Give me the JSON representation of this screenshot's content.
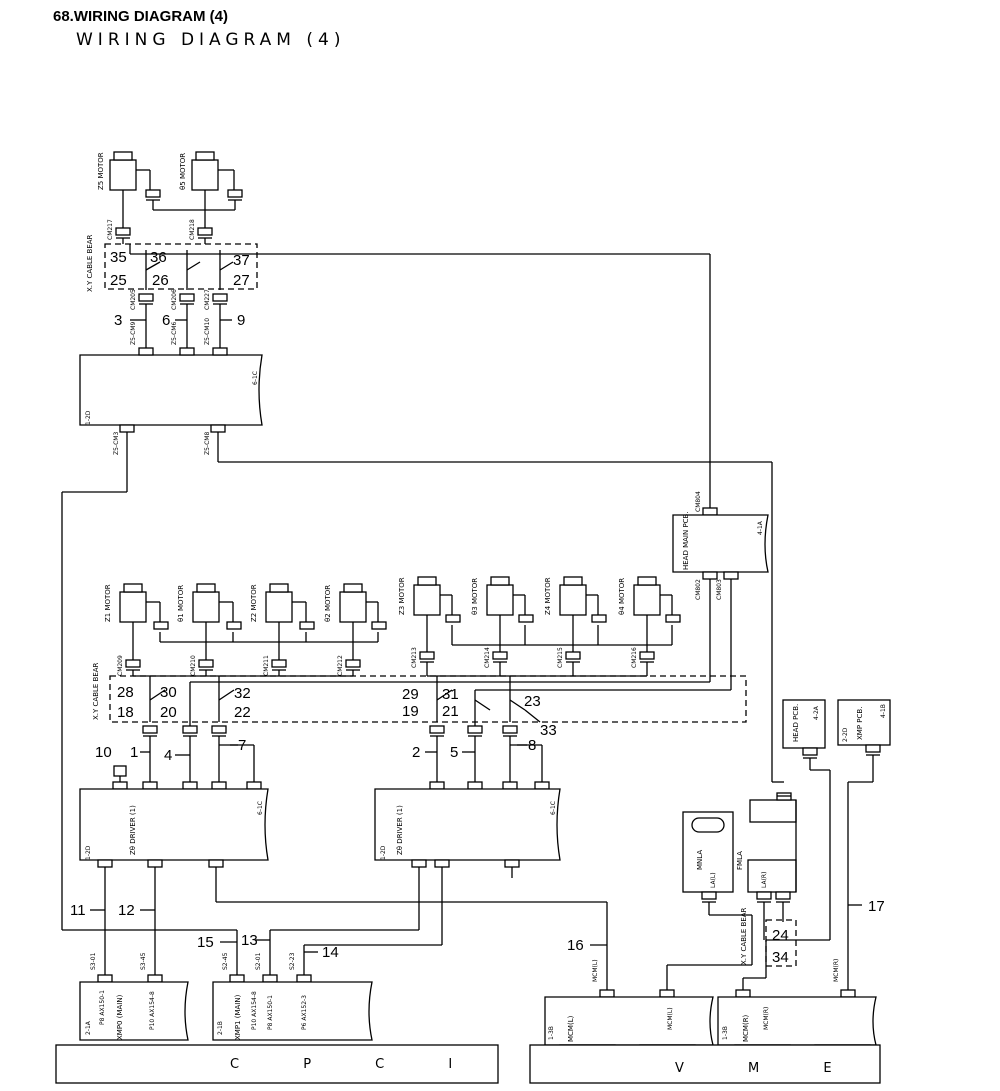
{
  "header": {
    "title": "68.WIRING DIAGRAM (4)",
    "subtitle": "WIRING DIAGRAM (4)"
  },
  "motors": {
    "top": [
      "Z5 MOTOR",
      "θ5 MOTOR"
    ],
    "left": [
      "Z1 MOTOR",
      "θ1 MOTOR",
      "Z2 MOTOR",
      "θ2 MOTOR"
    ],
    "right": [
      "Z3 MOTOR",
      "θ3 MOTOR",
      "Z4 MOTOR",
      "θ4 MOTOR"
    ]
  },
  "cable_bears": {
    "top": "X.Y CABLE BEAR",
    "mid": "X.Y CABLE BEAR",
    "bottom": "X.Y CABLE BEAR"
  },
  "boards": {
    "z_driver_top": {
      "id": "1-2D",
      "ref": "6-1C"
    },
    "z_driver_left": {
      "id": "1-2D",
      "name": "Zθ DRIVER (1)",
      "ref": "6-1C"
    },
    "z_driver_right": {
      "id": "1-2D",
      "name": "Zθ DRIVER (1)",
      "ref": "6-1C"
    },
    "head_main": {
      "name": "HEAD MAIN PCB.",
      "ref": "4-1A"
    },
    "head_pcb": {
      "name": "HEAD PCB.",
      "ref": "4-2A"
    },
    "xmp_pcb": {
      "name": "XMP PCB.",
      "ref": "4-1B",
      "id": "2-2D"
    },
    "xmp0": {
      "id": "2-1A",
      "name": "XMP0 (MAIN)",
      "p8": "P8 AX150-1",
      "p10": "P10 AX154-8"
    },
    "xmp1": {
      "id": "2-1B",
      "name": "XMP1 (MAIN)",
      "p10": "P10 AX154-8",
      "p8": "P8 AX150-1",
      "p6": "P6 AX152-3"
    },
    "mcm_l": {
      "id": "1-3B",
      "name": "MCM(L)"
    },
    "mcm_r": {
      "id": "1-3B",
      "name": "MCM(R)"
    },
    "mnla": "MNLA",
    "fmla": "FMLA",
    "la_l": "LA(L)",
    "la_r": "LA(R)"
  },
  "buses": {
    "cpci": "C P C I",
    "vme": "V M E"
  },
  "wire_numbers": {
    "w1": "1",
    "w2": "2",
    "w3": "3",
    "w4": "4",
    "w5": "5",
    "w6": "6",
    "w7": "7",
    "w8": "8",
    "w9": "9",
    "w10": "10",
    "w11": "11",
    "w12": "12",
    "w13": "13",
    "w14": "14",
    "w15": "15",
    "w16": "16",
    "w17": "17",
    "w18": "18",
    "w19": "19",
    "w20": "20",
    "w21": "21",
    "w22": "22",
    "w23": "23",
    "w24": "24",
    "w25": "25",
    "w26": "26",
    "w27": "27",
    "w28": "28",
    "w29": "29",
    "w30": "30",
    "w31": "31",
    "w32": "32",
    "w33": "33",
    "w34": "34",
    "w35": "35",
    "w36": "36",
    "w37": "37"
  },
  "connectors": {
    "cm217": "CM217",
    "cm218": "CM218",
    "cm205": "CM205",
    "cm206": "CM206",
    "cm227": "CM227",
    "cm804": "CM804",
    "cm802": "CM802",
    "cm803": "CM803",
    "cm209": "CM209",
    "cm210": "CM210",
    "cm211": "CM211",
    "cm212": "CM212",
    "cm213": "CM213",
    "cm214": "CM214",
    "cm215": "CM215",
    "cm216": "CM216",
    "z5_cm9": "Z5-CM9",
    "z5_cm6": "Z5-CM6",
    "z5_cm10": "Z5-CM10",
    "z5_cm3": "Z5-CM3",
    "z5_cm8": "Z5-CM8",
    "s3_01": "S3-01",
    "s3_45": "S3-45",
    "s2_45": "S2-45",
    "s2_01": "S2-01",
    "s2_23": "S2-23",
    "mcm_l": "MCM(L)",
    "mcm_r": "MCM(R)"
  }
}
